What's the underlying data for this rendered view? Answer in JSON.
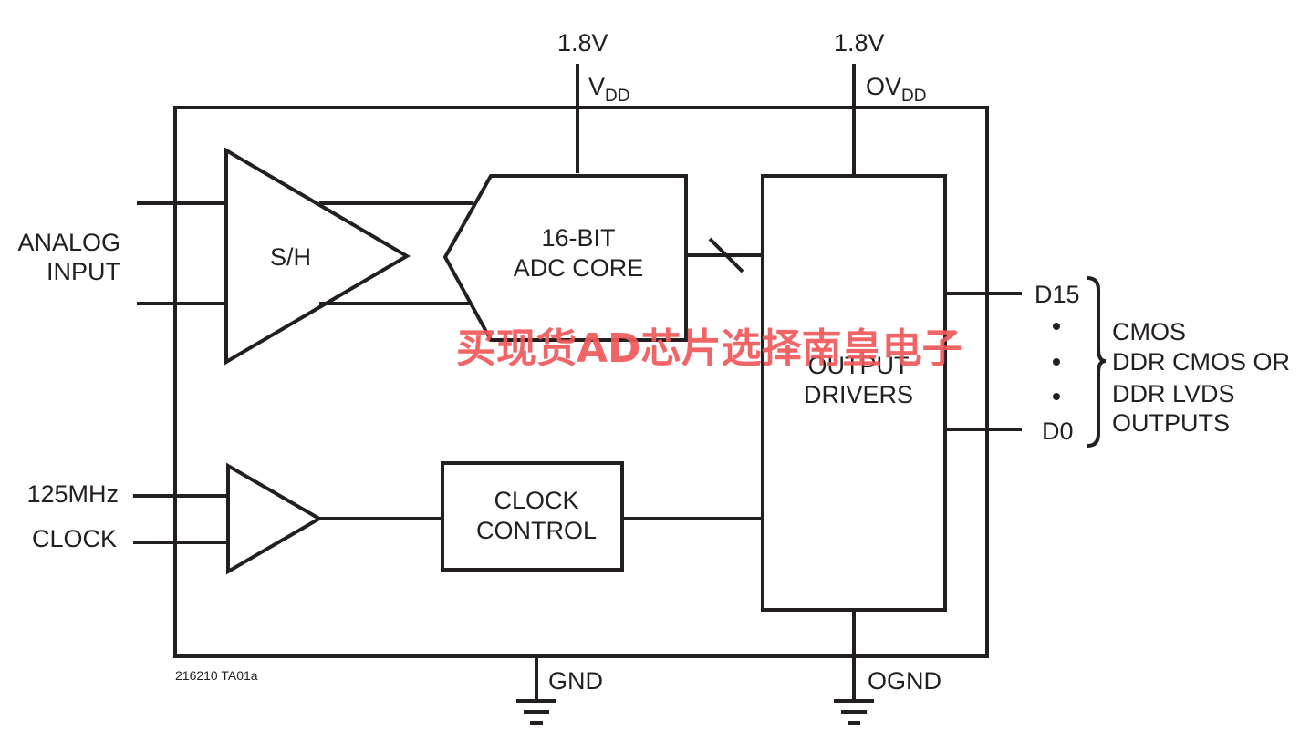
{
  "supply": {
    "vdd_voltage": "1.8V",
    "vdd_name": "V",
    "vdd_sub": "DD",
    "ovdd_voltage": "1.8V",
    "ovdd_name": "OV",
    "ovdd_sub": "DD"
  },
  "inputs": {
    "analog_line1": "ANALOG",
    "analog_line2": "INPUT",
    "clock_line1": "125MHz",
    "clock_line2": "CLOCK"
  },
  "blocks": {
    "sh": "S/H",
    "adc_line1": "16-BIT",
    "adc_line2": "ADC CORE",
    "clock_ctrl_line1": "CLOCK",
    "clock_ctrl_line2": "CONTROL",
    "output_line1": "OUTPUT",
    "output_line2": "DRIVERS"
  },
  "outputs": {
    "d15": "D15",
    "d0": "D0",
    "desc_line1": "CMOS",
    "desc_line2": "DDR CMOS OR",
    "desc_line3": "DDR LVDS",
    "desc_line4": "OUTPUTS"
  },
  "ground": {
    "gnd": "GND",
    "ognd": "OGND"
  },
  "figure_code": "216210 TA01a",
  "watermark": "买现货AD芯片选择南皇电子",
  "colors": {
    "line": "#231f20",
    "watermark": "#f1595b"
  }
}
